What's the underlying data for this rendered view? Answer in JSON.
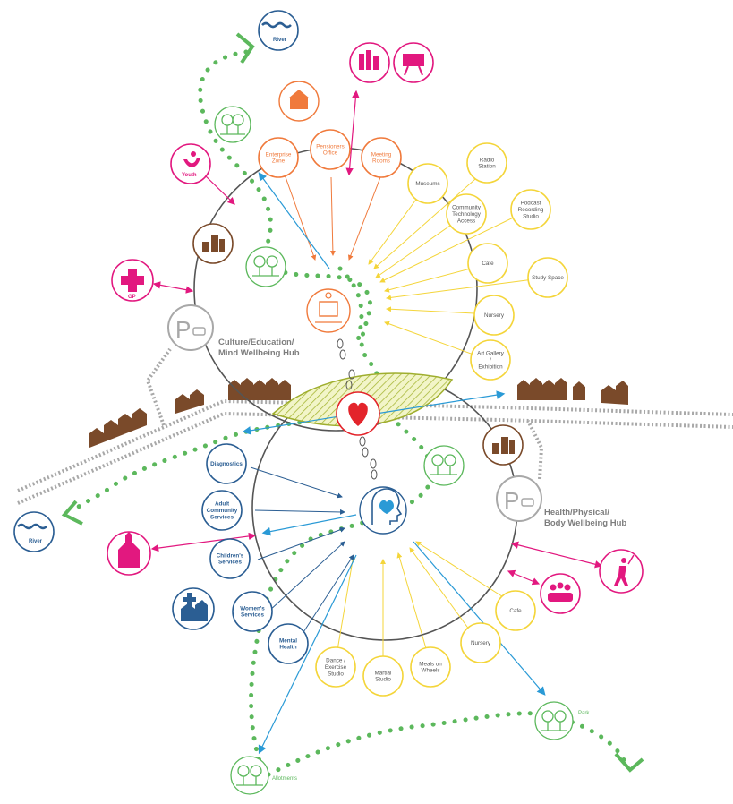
{
  "hubs": {
    "culture": "Culture/Education/ Mind Wellbeing Hub",
    "health": "Health/Physical/ Body Wellbeing Hub"
  },
  "orange_nodes": [
    "Enterprise Zone",
    "Pensioners Office",
    "Meeting Rooms"
  ],
  "yellow_upper_nodes": [
    "Museums",
    "Radio Station",
    "Community Technology Access",
    "Podcast Recording Studio",
    "Cafe",
    "Study Space",
    "Nursery",
    "Art Gallery / Exhibition"
  ],
  "blue_nodes": [
    "Diagnostics",
    "Adult Community Services",
    "Children's Services",
    "Women's Services",
    "Mental Health"
  ],
  "yellow_lower_nodes": [
    "Dance / Exercise Studio",
    "Martial Studio",
    "Meals on Wheels",
    "Nursery",
    "Cafe"
  ],
  "labels": {
    "river_top": "River",
    "river_left": "River",
    "youth": "Youth",
    "gp": "GP",
    "parking": "P",
    "park": "Park",
    "allotments": "Allotments"
  },
  "colors": {
    "orange": "#f07a3c",
    "yellow": "#f4d53a",
    "blue": "#2b5e93",
    "lightblue": "#2a9ad6",
    "magenta": "#e2187f",
    "green": "#5cb85c",
    "brown": "#7a4a2a",
    "red": "#e3242b",
    "grey": "#a8a8a8",
    "hatch": "#c9d46a"
  },
  "icons": [
    "river-icon",
    "trees-icon",
    "youth-icon",
    "buildings-icon",
    "gp-cross-icon",
    "parking-icon",
    "library-icon",
    "presentation-icon",
    "enterprise-icon",
    "education-icon",
    "heart-icon",
    "mind-icon",
    "church-icon",
    "clinic-icon",
    "sports-icon",
    "group-icon"
  ]
}
